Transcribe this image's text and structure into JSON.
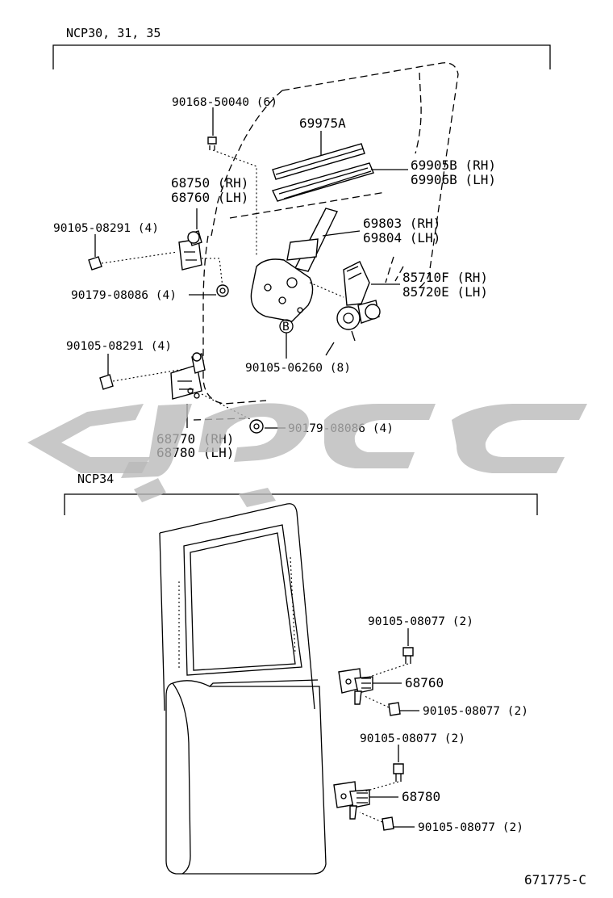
{
  "sections": {
    "upper": {
      "header": "NCP30, 31, 35"
    },
    "lower": {
      "header": "NCP34"
    }
  },
  "parts": {
    "bolt_90168_50040": "90168-50040 (6)",
    "regulator_handle_69975A": "69975A",
    "channel_69905B": "69905B (RH)",
    "channel_69906B": "69906B (LH)",
    "hinge_68750": "68750 (RH)",
    "hinge_68760_lh": "68760 (LH)",
    "bolt_90105_08291_top": "90105-08291 (4)",
    "regulator_69803": "69803 (RH)",
    "regulator_69804": "69804 (LH)",
    "nut_90179_08086_top": "90179-08086 (4)",
    "motor_85710F": "85710F (RH)",
    "motor_85720E": "85720E (LH)",
    "bolt_90105_08291_bottom": "90105-08291 (4)",
    "marker_B": "B",
    "bolt_90105_06260": "90105-06260 (8)",
    "nut_90179_08086_bottom": "90179-08086 (4)",
    "hinge_68770": "68770 (RH)",
    "hinge_68780_lh": "68780 (LH)",
    "bolt_90105_08077_a": "90105-08077 (2)",
    "hinge_68760": "68760",
    "bolt_90105_08077_b": "90105-08077 (2)",
    "bolt_90105_08077_c": "90105-08077 (2)",
    "hinge_68780": "68780",
    "bolt_90105_08077_d": "90105-08077 (2)"
  },
  "footer": {
    "diagram_code": "671775-C"
  }
}
